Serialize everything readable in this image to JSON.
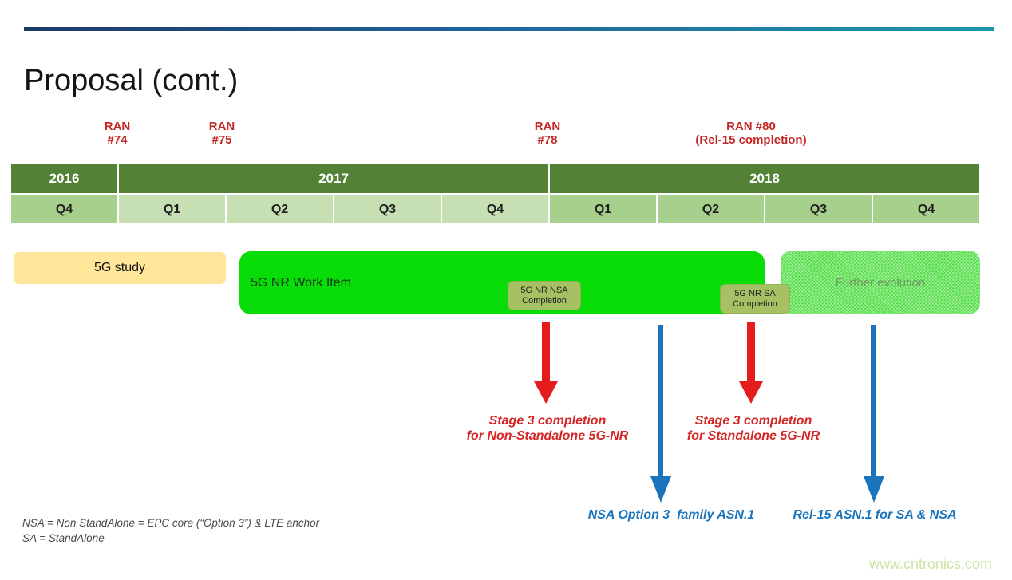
{
  "title": "Proposal (cont.)",
  "milestones": [
    {
      "line1": "RAN",
      "line2": "#74"
    },
    {
      "line1": "RAN",
      "line2": "#75"
    },
    {
      "line1": "RAN",
      "line2": "#78"
    },
    {
      "line1": "RAN #80",
      "line2": "(Rel-15 completion)"
    }
  ],
  "timeline": {
    "years": [
      "2016",
      "2017",
      "2018"
    ],
    "quarters": [
      "Q4",
      "Q1",
      "Q2",
      "Q3",
      "Q4",
      "Q1",
      "Q2",
      "Q3",
      "Q4"
    ]
  },
  "bars": {
    "study": "5G study",
    "work": "5G NR Work Item",
    "future": "Further evolution"
  },
  "tags": {
    "nsa": {
      "line1": "5G NR NSA",
      "line2": "Completion"
    },
    "sa": {
      "line1": "5G NR SA",
      "line2": "Completion"
    }
  },
  "callouts": {
    "stage3_nsa": {
      "line1": "Stage 3 completion",
      "line2": "for Non-Standalone 5G-NR"
    },
    "stage3_sa": {
      "line1": "Stage 3 completion",
      "line2": "for Standalone 5G-NR"
    },
    "asn1_nsa": "NSA Option 3  family ASN.1",
    "asn1_rel15": "Rel-15 ASN.1 for SA & NSA"
  },
  "footnotes": {
    "line1": "NSA = Non StandAlone = EPC core (“Option 3”) & LTE anchor",
    "line2": "SA = StandAlone"
  },
  "watermark": "www.cntronics.com",
  "colors": {
    "top_rule_left": "#1d3a66",
    "top_rule_right": "#2097a9",
    "year_header_green": "#538135",
    "quarter_mid_green": "#a8d08d",
    "quarter_light_green": "#c6e0b4",
    "study_yellow": "#ffe699",
    "work_item_green": "#09dd09",
    "future_bar_green": "#4fdd42",
    "completion_tag_olive": "#a6c163",
    "milestone_red": "#c22726",
    "arrow_red": "#e51c1c",
    "arrow_blue": "#1c75bc",
    "stage_text_red": "#d62525",
    "footnote_gray": "#4a4a4a",
    "watermark_green": "#c9e6a3"
  },
  "chart_data": {
    "type": "table",
    "description": "3GPP 5G NR schedule Gantt timeline",
    "columns": [
      "2016 Q4",
      "2017 Q1",
      "2017 Q2",
      "2017 Q3",
      "2017 Q4",
      "2018 Q1",
      "2018 Q2",
      "2018 Q3",
      "2018 Q4"
    ],
    "bars": [
      {
        "name": "5G study",
        "start": "2016 Q4",
        "end": "2017 Q1",
        "style": "yellow"
      },
      {
        "name": "5G NR Work Item",
        "start": "2017 Q2",
        "end": "2018 Q2",
        "style": "bright-green"
      },
      {
        "name": "Further evolution",
        "start": "2018 Q3",
        "end": "2018 Q4",
        "style": "hatched-green"
      }
    ],
    "milestones": [
      {
        "name": "RAN #74",
        "at": "end of 2016 Q4"
      },
      {
        "name": "RAN #75",
        "at": "end of 2017 Q1"
      },
      {
        "name": "RAN #78",
        "at": "end of 2017 Q4",
        "event": "5G NR NSA Completion — Stage 3 completion for Non-Standalone 5G-NR (red arrow)"
      },
      {
        "name": "RAN #80 (Rel-15 completion)",
        "at": "end of 2018 Q2",
        "event": "5G NR SA Completion — Stage 3 completion for Standalone 5G-NR (red arrow)"
      },
      {
        "name": "NSA Option 3 family ASN.1",
        "at": "end of 2018 Q1",
        "event": "blue arrow"
      },
      {
        "name": "Rel-15 ASN.1 for SA & NSA",
        "at": "end of 2018 Q3",
        "event": "blue arrow"
      }
    ]
  }
}
